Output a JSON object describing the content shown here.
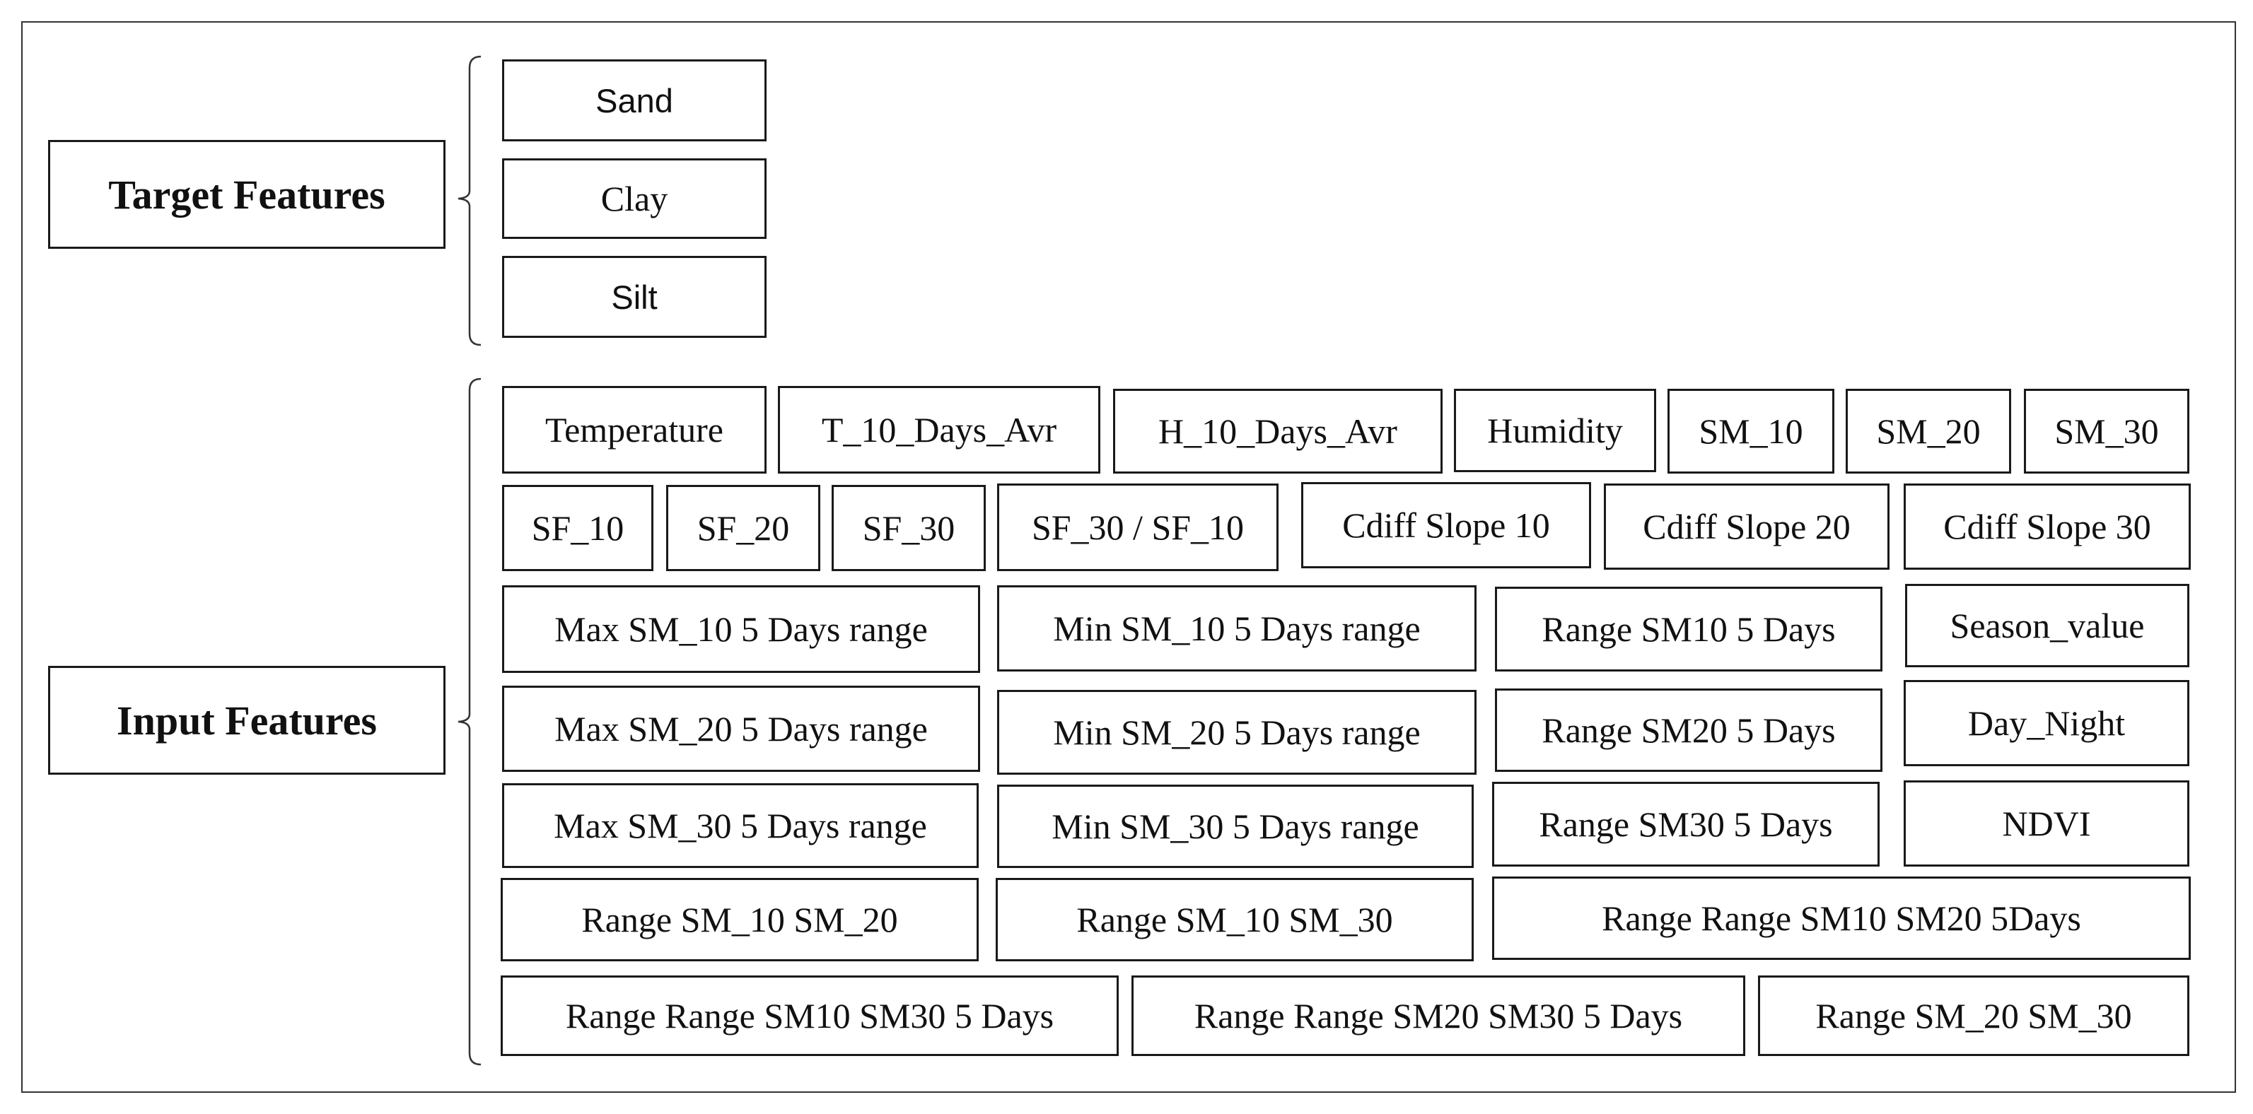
{
  "groups": {
    "target": {
      "label": "Target Features",
      "items": [
        "Sand",
        "Clay",
        "Silt"
      ]
    },
    "input": {
      "label": "Input Features",
      "rows": [
        [
          "Temperature",
          "T_10_Days_Avr",
          "H_10_Days_Avr",
          "Humidity",
          "SM_10",
          "SM_20",
          "SM_30"
        ],
        [
          "SF_10",
          "SF_20",
          "SF_30",
          "SF_30 / SF_10",
          "Cdiff Slope 10",
          "Cdiff Slope 20",
          "Cdiff Slope 30"
        ],
        [
          "Max SM_10 5 Days range",
          "Min SM_10 5 Days range",
          "Range SM10 5 Days",
          "Season_value"
        ],
        [
          "Max SM_20 5 Days range",
          "Min SM_20 5 Days range",
          "Range SM20 5 Days",
          "Day_Night"
        ],
        [
          "Max SM_30 5 Days range",
          "Min SM_30 5 Days range",
          "Range SM30 5 Days",
          "NDVI"
        ],
        [
          "Range SM_10 SM_20",
          "Range SM_10 SM_30",
          "Range Range SM10 SM20 5Days"
        ],
        [
          "Range Range SM10 SM30 5 Days",
          "Range Range SM20 SM30 5 Days",
          "Range SM_20 SM_30"
        ]
      ]
    }
  }
}
